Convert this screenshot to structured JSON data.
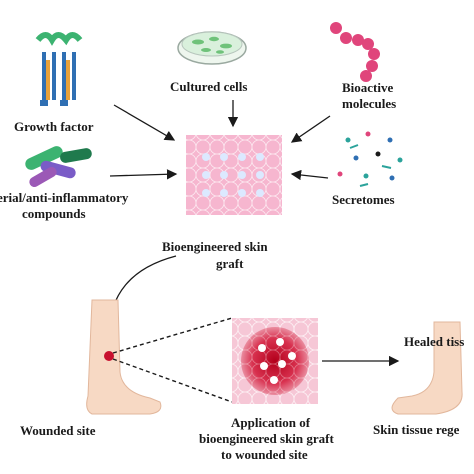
{
  "labels": {
    "growth_factor": "Growth factor",
    "cultured_cells": "Cultured cells",
    "bioactive_1": "Bioactive",
    "bioactive_2": "molecules",
    "antibacterial_1": "erial/anti-inflammatory",
    "antibacterial_2": "compounds",
    "secretomes": "Secretomes",
    "graft_1": "Bioengineered skin",
    "graft_2": "graft",
    "wounded_site": "Wounded site",
    "application_1": "Application of",
    "application_2": "bioengineered skin graft",
    "application_3": "to wounded site",
    "healed": "Healed tiss",
    "regen": "Skin tissue rege"
  },
  "icons": {
    "growth_factor": "receptor-icon",
    "cultured_cells": "petri-dish-icon",
    "bioactive": "molecule-chain-icon",
    "compounds": "pills-icon",
    "secretomes": "particles-icon",
    "graft": "skin-graft-icon",
    "wound": "wounded-leg-icon",
    "application": "graft-closeup-icon",
    "healed": "healed-leg-icon"
  },
  "colors": {
    "graft_pink": "#f6b6cf",
    "graft_dots": "#dce9ff",
    "wound_red": "#c8102e",
    "skin": "#f7d9c4",
    "receptor_green": "#3cb371",
    "receptor_blue": "#2f6fb3",
    "molecule_pink": "#e0457b"
  }
}
